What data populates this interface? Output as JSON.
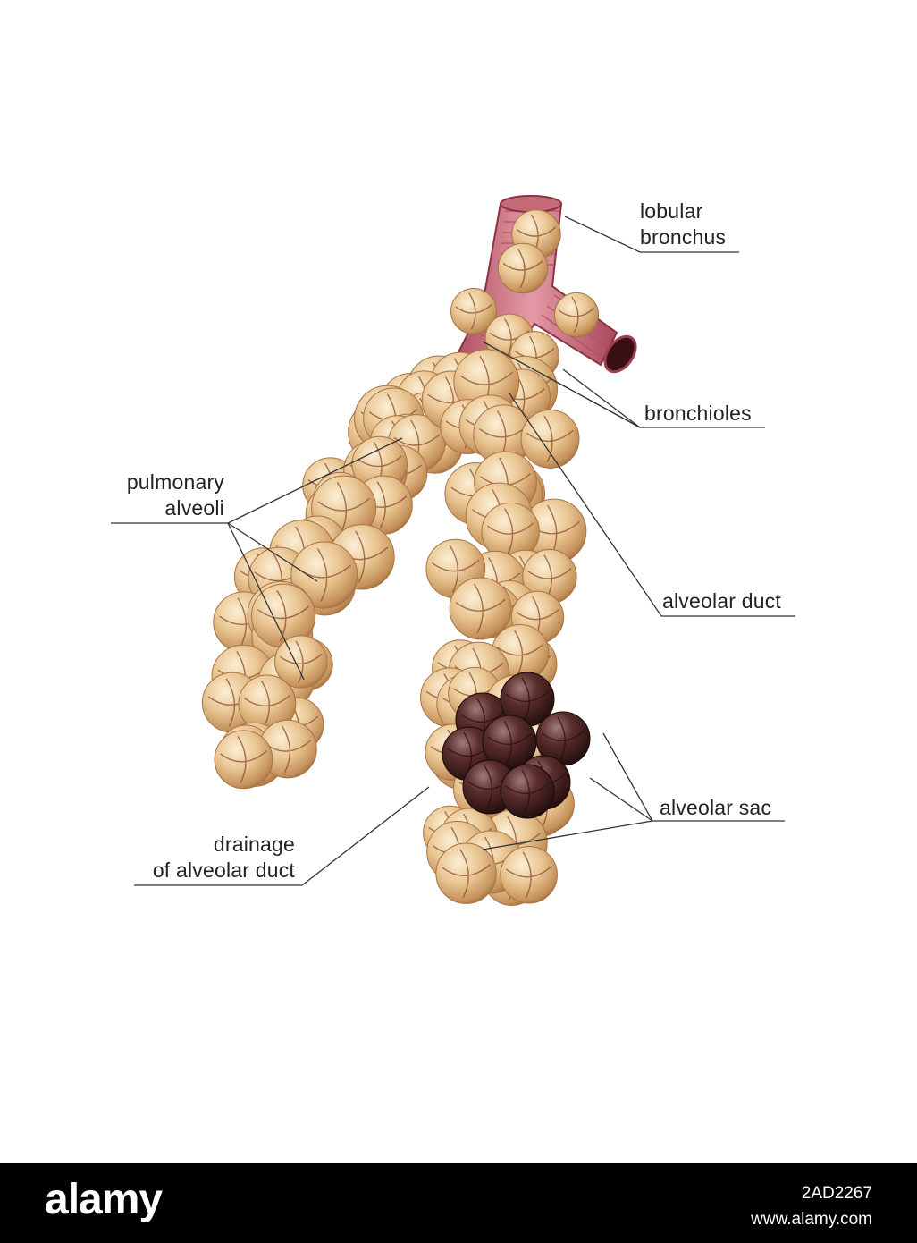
{
  "labels": {
    "lobular_bronchus": [
      "lobular",
      "bronchus"
    ],
    "bronchioles": [
      "bronchioles"
    ],
    "pulmonary_alveoli": [
      "pulmonary",
      "alveoli"
    ],
    "alveolar_duct": [
      "alveolar duct"
    ],
    "alveolar_sac": [
      "alveolar sac"
    ],
    "drainage": [
      "drainage",
      "of alveolar duct"
    ]
  },
  "footer": {
    "logo": "alamy",
    "image_id": "2AD2267",
    "site": "www.alamy.com"
  },
  "colors": {
    "alveolus_light": "#f6dfb8",
    "alveolus_mid": "#e0b078",
    "alveolus_dark": "#b07a45",
    "sac_dark": "#3a1a18",
    "bronchus": "#c96a7a",
    "leader_line": "#333333"
  }
}
